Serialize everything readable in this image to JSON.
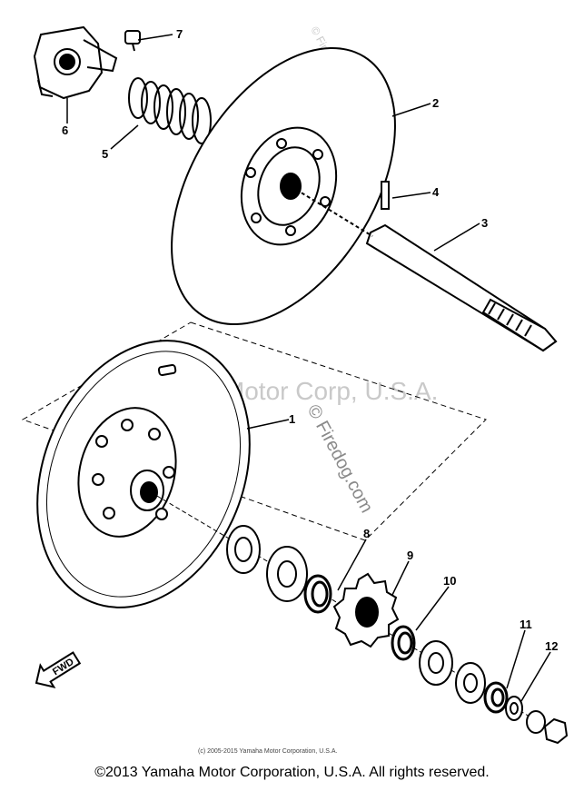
{
  "parts": [
    {
      "id": "part-1",
      "label": "1"
    },
    {
      "id": "part-2",
      "label": "2"
    },
    {
      "id": "part-3",
      "label": "3"
    },
    {
      "id": "part-4",
      "label": "4"
    },
    {
      "id": "part-5",
      "label": "5"
    },
    {
      "id": "part-6",
      "label": "6"
    },
    {
      "id": "part-7",
      "label": "7"
    },
    {
      "id": "part-8",
      "label": "8"
    },
    {
      "id": "part-9",
      "label": "9"
    },
    {
      "id": "part-10",
      "label": "10"
    },
    {
      "id": "part-11",
      "label": "11"
    },
    {
      "id": "part-12",
      "label": "12"
    }
  ],
  "fwd_label": "FWD",
  "watermarks": {
    "center": "© Yamaha Motor Corp, U.S.A.",
    "vertical": "© Firedog.com",
    "small_vertical": "© Firedog.com"
  },
  "fine_print": "(c) 2005-2015 Yamaha Motor Corporation, U.S.A.",
  "footer": "©2013 Yamaha Motor Corporation, U.S.A. All rights reserved."
}
